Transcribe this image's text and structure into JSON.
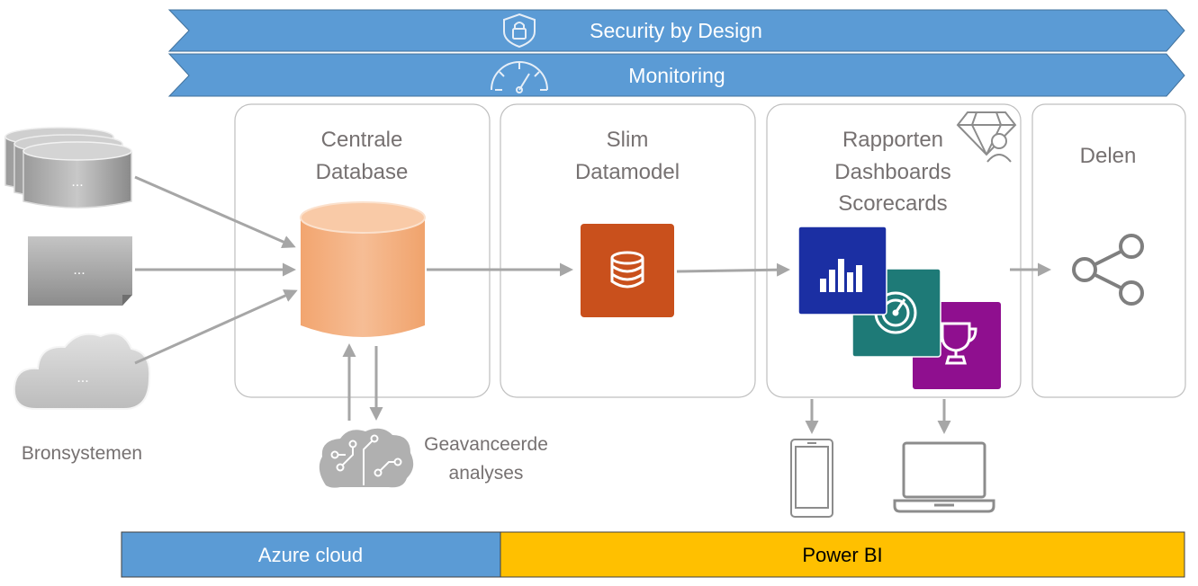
{
  "banners": {
    "security": "Security by Design",
    "monitoring": "Monitoring"
  },
  "sources": {
    "db_label": "...",
    "file_label": "...",
    "cloud_label": "...",
    "caption": "Bronsystemen"
  },
  "stages": {
    "central_db": {
      "line1": "Centrale",
      "line2": "Database"
    },
    "datamodel": {
      "line1": "Slim",
      "line2": "Datamodel"
    },
    "reports": {
      "line1": "Rapporten",
      "line2": "Dashboards",
      "line3": "Scorecards"
    },
    "share": {
      "line1": "Delen"
    }
  },
  "analytics": {
    "line1": "Geavanceerde",
    "line2": "analyses"
  },
  "platforms": {
    "azure": "Azure cloud",
    "powerbi": "Power BI"
  },
  "icons": {
    "security": "shield-lock-icon",
    "monitoring": "gauge-icon",
    "report_cards": [
      "bar-chart-icon",
      "dashboard-gauge-icon",
      "trophy-icon"
    ],
    "share": "share-icon",
    "devices": [
      "smartphone-icon",
      "laptop-icon"
    ],
    "premium": "diamond-user-icon",
    "brain": "brain-circuit-icon"
  },
  "colors": {
    "banner_blue": "#5b9bd5",
    "azure_blue": "#5b9bd5",
    "powerbi_yellow": "#ffc000",
    "central_db_orange": "#f4b183",
    "datamodel_tile": "#c9501c",
    "report_blue": "#1b2fa3",
    "dashboard_teal": "#1e7a77",
    "scorecard_purple": "#8f0f8f",
    "gray_icon": "#7f7f7f",
    "arrow_gray": "#a6a6a6"
  }
}
